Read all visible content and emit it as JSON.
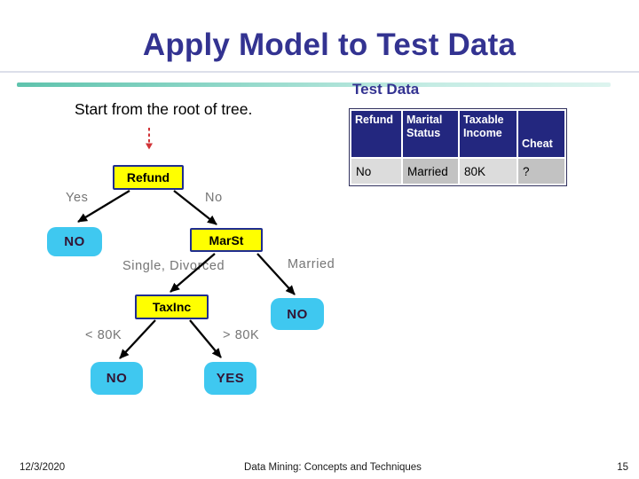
{
  "slide": {
    "title": "Apply Model to Test Data",
    "subtitle": "Test Data",
    "instruction": "Start from the root of tree.",
    "footer": {
      "date": "12/3/2020",
      "center": "Data Mining: Concepts and Techniques",
      "page": "15"
    }
  },
  "test_table": {
    "headers": [
      "Refund",
      "Marital Status",
      "Taxable Income",
      "Cheat"
    ],
    "row": [
      "No",
      "Married",
      "80K",
      "?"
    ]
  },
  "tree": {
    "nodes": {
      "root": "Refund",
      "marst": "MarSt",
      "taxinc": "TaxInc"
    },
    "leaves": {
      "no1": "NO",
      "no2": "NO",
      "no3": "NO",
      "yes": "YES"
    },
    "branch_labels": {
      "yes": "Yes",
      "no": "No",
      "single_divorced": "Single, Divorced",
      "married": "Married",
      "lt80k": "< 80K",
      "gt80k": "> 80K"
    },
    "edges": [
      {
        "from": "Refund",
        "to": "NO",
        "label": "Yes"
      },
      {
        "from": "Refund",
        "to": "MarSt",
        "label": "No"
      },
      {
        "from": "MarSt",
        "to": "TaxInc",
        "label": "Single, Divorced"
      },
      {
        "from": "MarSt",
        "to": "NO",
        "label": "Married"
      },
      {
        "from": "TaxInc",
        "to": "NO",
        "label": "< 80K"
      },
      {
        "from": "TaxInc",
        "to": "YES",
        "label": "> 80K"
      }
    ]
  },
  "icons": {
    "start_pointer": "red-dashed-down-arrow"
  },
  "colors": {
    "title_navy": "#333391",
    "node_fill": "#ffff00",
    "node_border": "#1f2d8f",
    "leaf_fill": "#3fc8f0",
    "table_header_bg": "#23277f",
    "table_cell_light": "#dcdcdc",
    "table_cell_dark": "#c2c2c2",
    "accent_teal": "#5fc3ad",
    "arrow_red": "#d13438",
    "branch_label_gray": "#757575"
  }
}
